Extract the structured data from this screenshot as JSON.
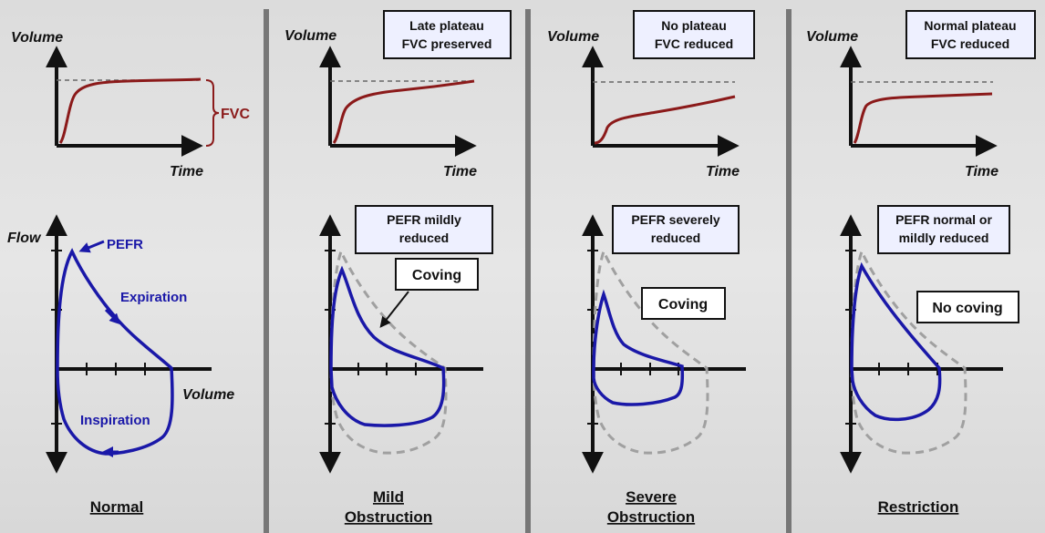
{
  "colors": {
    "volume_curve": "#8b1a1a",
    "loop": "#1a18a8",
    "reference_loop": "#a0a0a0",
    "axis": "#111111",
    "box_fill": "#eef0ff",
    "divider": "#777777"
  },
  "panels": [
    {
      "title_lines": [
        "Normal"
      ],
      "volume_label": "Volume",
      "time_label": "Time",
      "fvc_label": "FVC",
      "flow_label": "Flow",
      "flow_volume_label": "Volume",
      "pefr_label": "PEFR",
      "expiration_label": "Expiration",
      "inspiration_label": "Inspiration"
    },
    {
      "title_lines": [
        "Mild",
        "Obstruction"
      ],
      "volume_label": "Volume",
      "time_label": "Time",
      "top_box": [
        "Late plateau",
        "FVC preserved"
      ],
      "pefr_box": [
        "PEFR mildly",
        "reduced"
      ],
      "coving_box": "Coving"
    },
    {
      "title_lines": [
        "Severe",
        "Obstruction"
      ],
      "volume_label": "Volume",
      "time_label": "Time",
      "top_box": [
        "No plateau",
        "FVC reduced"
      ],
      "pefr_box": [
        "PEFR severely",
        "reduced"
      ],
      "coving_box": "Coving"
    },
    {
      "title_lines": [
        "Restriction"
      ],
      "volume_label": "Volume",
      "time_label": "Time",
      "top_box": [
        "Normal plateau",
        "FVC reduced"
      ],
      "pefr_box": [
        "PEFR normal or",
        "mildly reduced"
      ],
      "coving_box": "No coving"
    }
  ]
}
